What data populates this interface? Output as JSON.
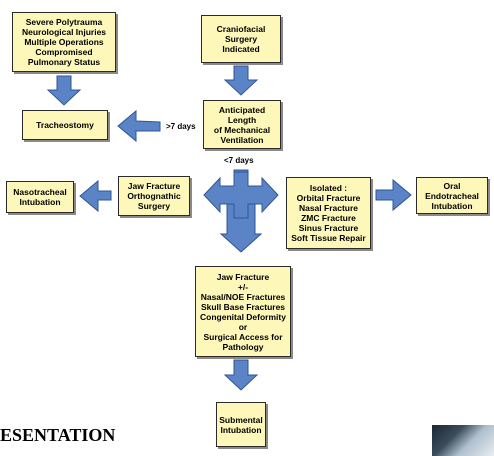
{
  "colors": {
    "box_fill": "#fdf7b9",
    "box_border": "#2a2a2a",
    "arrow_fill": "#5b84c6",
    "arrow_stroke": "#2f5597"
  },
  "nodes": {
    "polytrauma": "Severe Polytrauma\nNeurological Injuries\nMultiple Operations\nCompromised\nPulmonary Status",
    "craniofacial": "Craniofacial\nSurgery\nIndicated",
    "tracheostomy": "Tracheostomy",
    "ventilation": "Anticipated\nLength\nof Mechanical\nVentilation",
    "nasotracheal": "Nasotracheal\nIntubation",
    "jaw_orthognathic": "Jaw Fracture\nOrthognathic\nSurgery",
    "isolated": "Isolated :\nOrbital Fracture\nNasal Fracture\nZMC Fracture\nSinus Fracture\nSoft Tissue Repair",
    "oral": "Oral\nEndotracheal\nIntubation",
    "jaw_complex": "Jaw Fracture\n+/-\nNasal/NOE Fractures\nSkull Base Fractures\nCongenital Deformity\nor\nSurgical Access for\nPathology",
    "submental": "Submental\nIntubation"
  },
  "labels": {
    "gt7": ">7 days",
    "lt7": "<7 days"
  },
  "heading": "ESENTATION"
}
